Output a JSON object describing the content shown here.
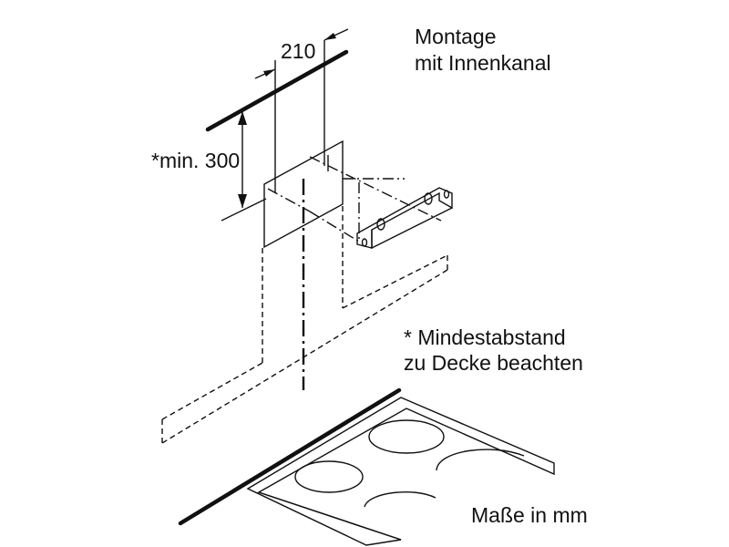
{
  "title_line1": "Montage",
  "title_line2": "mit Innenkanal",
  "dimension_width": "210",
  "dimension_height": "*min. 300",
  "note_line1": "* Mindestabstand",
  "note_line2": "zu Decke beachten",
  "units_note": "Maße in mm"
}
